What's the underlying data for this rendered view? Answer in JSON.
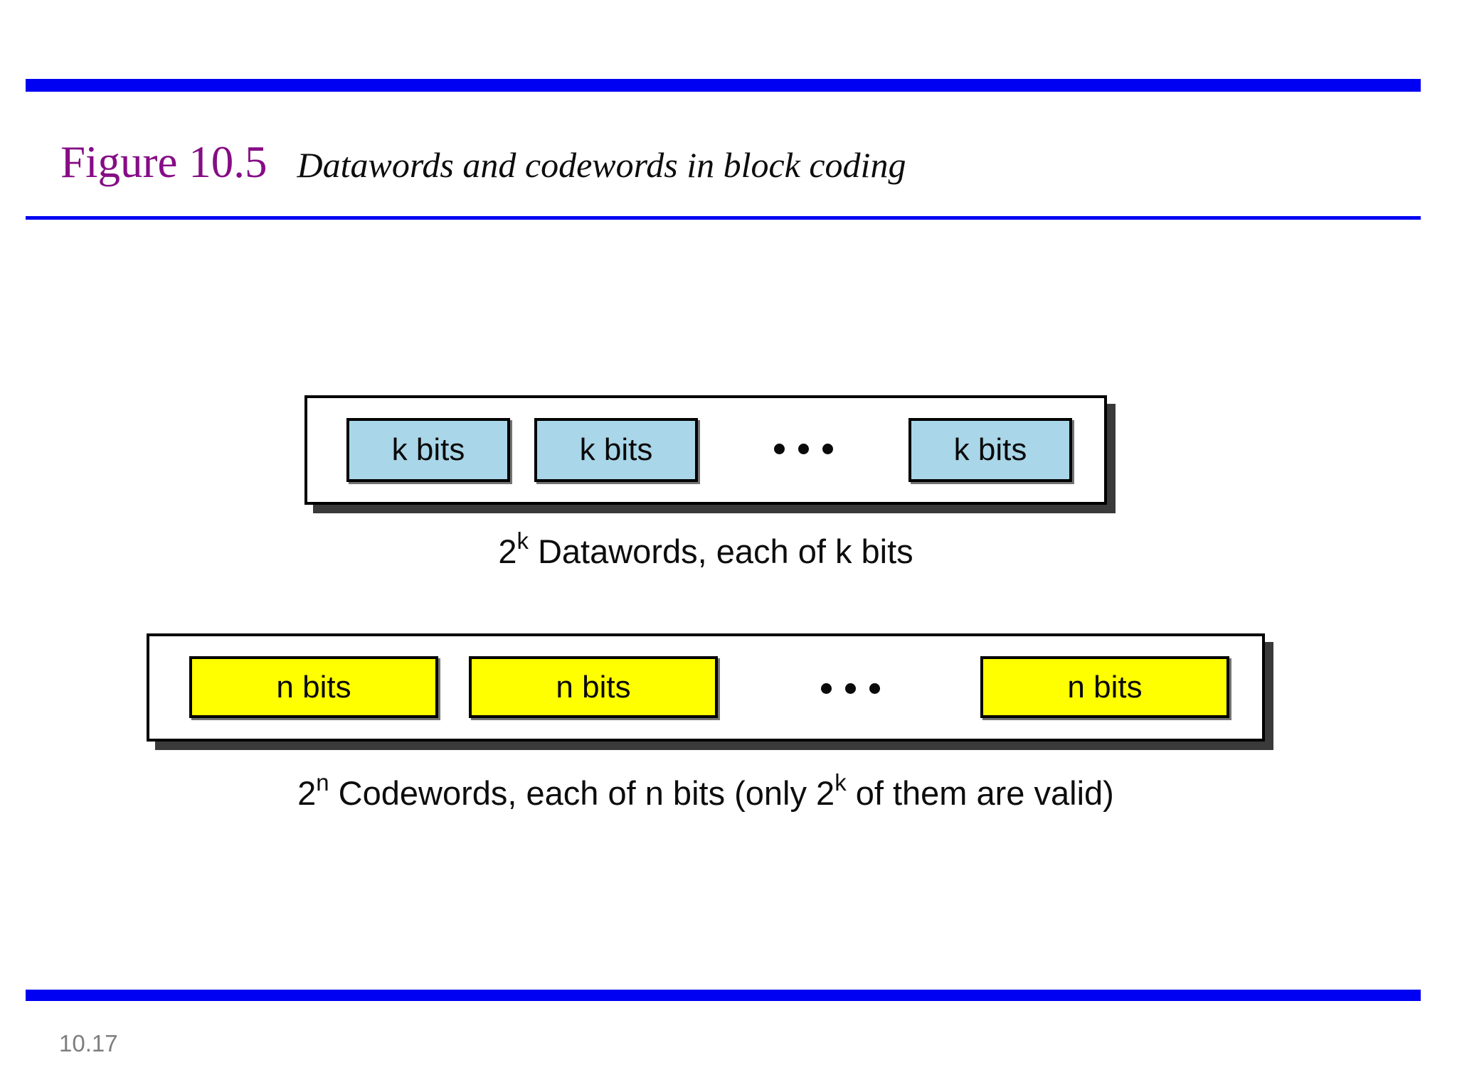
{
  "header": {
    "figure_label": "Figure 10.5",
    "figure_title": "Datawords and codewords in block coding"
  },
  "datawords": {
    "blocks": [
      "k bits",
      "k bits",
      "k bits"
    ],
    "ellipsis_icon": "three-dots",
    "caption": {
      "p1": "2",
      "s1": "k",
      "p2": " Datawords, each of k bits"
    }
  },
  "codewords": {
    "blocks": [
      "n bits",
      "n bits",
      "n bits"
    ],
    "ellipsis_icon": "three-dots",
    "caption": {
      "p1": "2",
      "s1": "n",
      "p2": " Codewords, each of n bits (only 2",
      "s2": "k",
      "p3": " of them are valid)"
    }
  },
  "footer": {
    "page_number": "10.17"
  },
  "colors": {
    "accent_bar": "#0000F2",
    "figure_label_color": "#860D86",
    "dataword_fill": "#A9D6E8",
    "codeword_fill": "#FFFF00"
  }
}
